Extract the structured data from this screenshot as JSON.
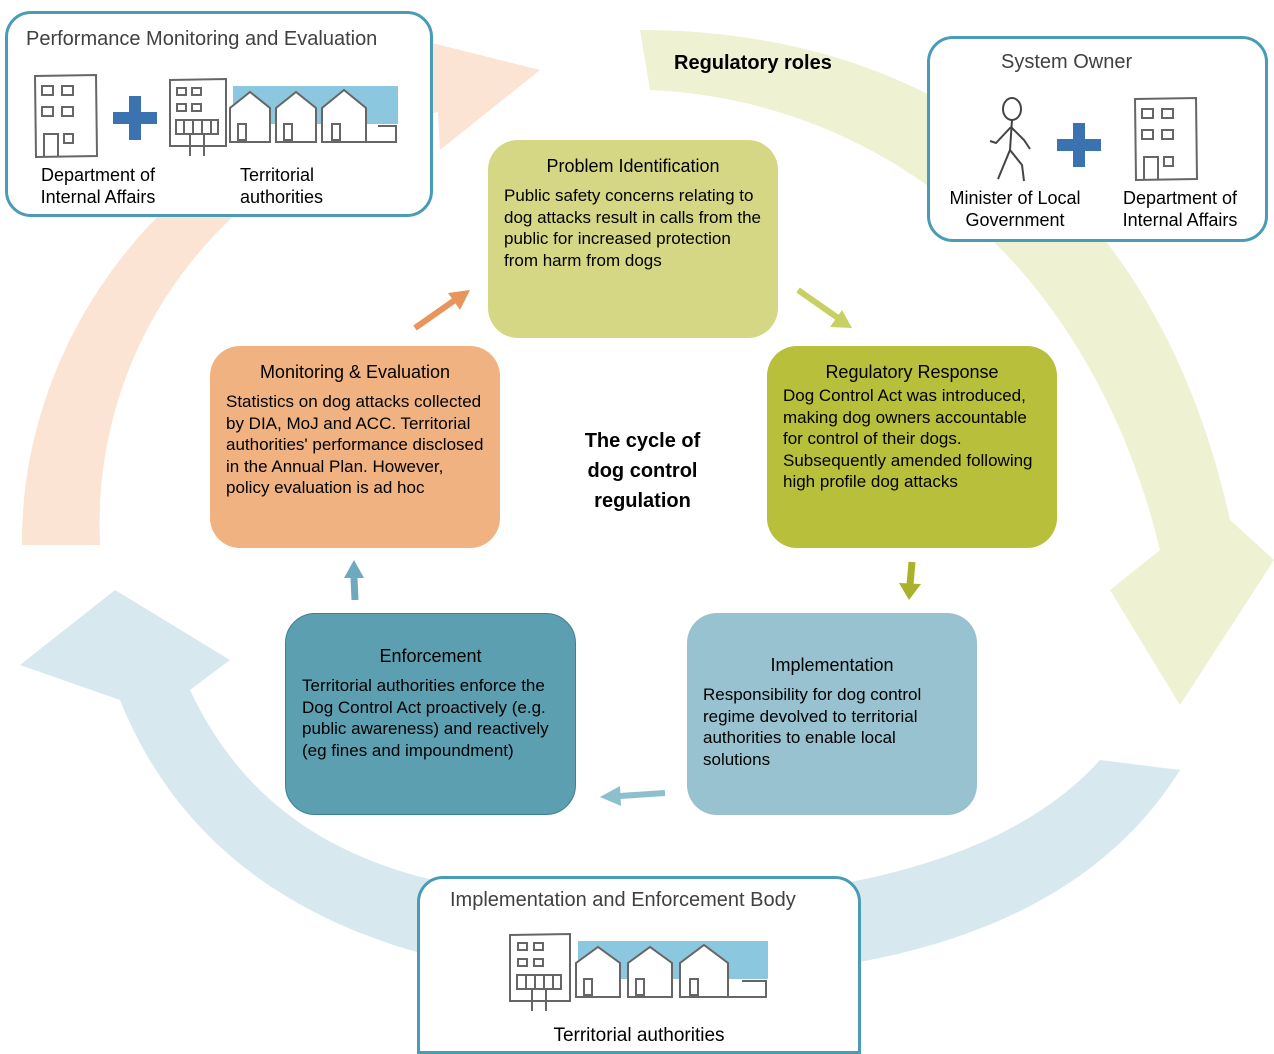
{
  "diagram": {
    "center_title": [
      "The cycle of",
      "dog control",
      "regulation"
    ],
    "roles_heading": "Regulatory roles",
    "roles": {
      "performance": {
        "title": "Performance Monitoring and Evaluation",
        "label_left": [
          "Department of",
          "Internal Affairs"
        ],
        "label_right": [
          "Territorial",
          "authorities"
        ]
      },
      "owner": {
        "title": "System Owner",
        "label_left": [
          "Minister of Local",
          "Government"
        ],
        "label_right": [
          "Department of",
          "Internal Affairs"
        ]
      },
      "implementation": {
        "title": "Implementation and Enforcement Body",
        "label": "Territorial authorities"
      }
    },
    "stages": {
      "problem": {
        "title": "Problem Identification",
        "text": "Public safety concerns relating to dog attacks result in calls from the public for increased protection from harm from dogs"
      },
      "response": {
        "title": "Regulatory Response",
        "text": "Dog Control Act was introduced, making dog owners accountable for control of their dogs. Subsequently amended following high profile dog attacks"
      },
      "implementation": {
        "title": "Implementation",
        "text": "Responsibility for dog control regime devolved to territorial authorities to enable local solutions"
      },
      "enforcement": {
        "title": "Enforcement",
        "text": "Territorial authorities enforce the Dog Control Act proactively (e.g. public awareness) and reactively (eg fines and impoundment)"
      },
      "monitoring": {
        "title": "Monitoring & Evaluation",
        "text": "Statistics on dog attacks collected by DIA, MoJ and ACC. Territorial authorities' performance disclosed in the Annual Plan. However, policy evaluation is ad hoc"
      }
    },
    "colors": {
      "problem": "#d5d785",
      "response": "#b8bf3a",
      "implementation": "#98c2cf",
      "enforcement": "#5c9fb0",
      "monitoring": "#f1b282",
      "frame": "#4a9bb5",
      "arc_orange": "#fbe4d3",
      "arc_green": "#eef1d2",
      "arc_blue": "#d7e9ef",
      "plus": "#3b73b0"
    },
    "icons": [
      "office-building-icon",
      "plus-icon",
      "houses-row-icon",
      "walking-person-icon",
      "town-buildings-icon"
    ]
  }
}
